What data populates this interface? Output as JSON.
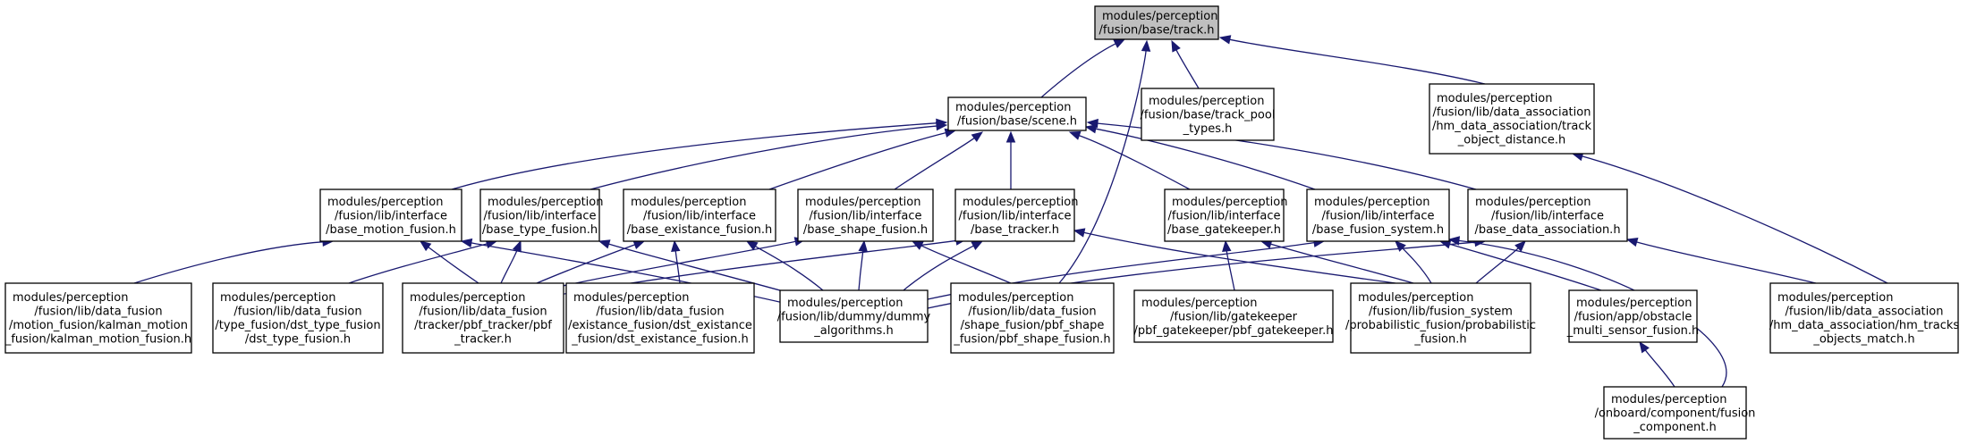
{
  "nodes": [
    {
      "id": "track",
      "lines": [
        "modules/perception",
        "/fusion/base/track.h"
      ]
    },
    {
      "id": "scene",
      "lines": [
        "modules/perception",
        "/fusion/base/scene.h"
      ]
    },
    {
      "id": "track_pool_types",
      "lines": [
        "modules/perception",
        "/fusion/base/track_pool",
        "_types.h"
      ]
    },
    {
      "id": "track_object_distance",
      "lines": [
        "modules/perception",
        "/fusion/lib/data_association",
        "/hm_data_association/track",
        "_object_distance.h"
      ]
    },
    {
      "id": "base_motion_fusion",
      "lines": [
        "modules/perception",
        "/fusion/lib/interface",
        "/base_motion_fusion.h"
      ]
    },
    {
      "id": "base_type_fusion",
      "lines": [
        "modules/perception",
        "/fusion/lib/interface",
        "/base_type_fusion.h"
      ]
    },
    {
      "id": "base_existance_fusion",
      "lines": [
        "modules/perception",
        "/fusion/lib/interface",
        "/base_existance_fusion.h"
      ]
    },
    {
      "id": "base_shape_fusion",
      "lines": [
        "modules/perception",
        "/fusion/lib/interface",
        "/base_shape_fusion.h"
      ]
    },
    {
      "id": "base_tracker",
      "lines": [
        "modules/perception",
        "/fusion/lib/interface",
        "/base_tracker.h"
      ]
    },
    {
      "id": "base_gatekeeper",
      "lines": [
        "modules/perception",
        "/fusion/lib/interface",
        "/base_gatekeeper.h"
      ]
    },
    {
      "id": "base_fusion_system",
      "lines": [
        "modules/perception",
        "/fusion/lib/interface",
        "/base_fusion_system.h"
      ]
    },
    {
      "id": "base_data_association",
      "lines": [
        "modules/perception",
        "/fusion/lib/interface",
        "/base_data_association.h"
      ]
    },
    {
      "id": "kalman_motion_fusion",
      "lines": [
        "modules/perception",
        "/fusion/lib/data_fusion",
        "/motion_fusion/kalman_motion",
        "_fusion/kalman_motion_fusion.h"
      ]
    },
    {
      "id": "dst_type_fusion",
      "lines": [
        "modules/perception",
        "/fusion/lib/data_fusion",
        "/type_fusion/dst_type_fusion",
        "/dst_type_fusion.h"
      ]
    },
    {
      "id": "pbf_tracker",
      "lines": [
        "modules/perception",
        "/fusion/lib/data_fusion",
        "/tracker/pbf_tracker/pbf",
        "_tracker.h"
      ]
    },
    {
      "id": "dst_existance_fusion",
      "lines": [
        "modules/perception",
        "/fusion/lib/data_fusion",
        "/existance_fusion/dst_existance",
        "_fusion/dst_existance_fusion.h"
      ]
    },
    {
      "id": "dummy_algorithms",
      "lines": [
        "modules/perception",
        "/fusion/lib/dummy/dummy",
        "_algorithms.h"
      ]
    },
    {
      "id": "pbf_shape_fusion",
      "lines": [
        "modules/perception",
        "/fusion/lib/data_fusion",
        "/shape_fusion/pbf_shape",
        "_fusion/pbf_shape_fusion.h"
      ]
    },
    {
      "id": "pbf_gatekeeper",
      "lines": [
        "modules/perception",
        "/fusion/lib/gatekeeper",
        "/pbf_gatekeeper/pbf_gatekeeper.h"
      ]
    },
    {
      "id": "probabilistic_fusion",
      "lines": [
        "modules/perception",
        "/fusion/lib/fusion_system",
        "/probabilistic_fusion/probabilistic",
        "_fusion.h"
      ]
    },
    {
      "id": "obstacle_multi_sensor_fusion",
      "lines": [
        "modules/perception",
        "/fusion/app/obstacle",
        "_multi_sensor_fusion.h"
      ]
    },
    {
      "id": "hm_tracks_objects_match",
      "lines": [
        "modules/perception",
        "/fusion/lib/data_association",
        "/hm_data_association/hm_tracks",
        "_objects_match.h"
      ]
    },
    {
      "id": "fusion_component",
      "lines": [
        "modules/perception",
        "/onboard/component/fusion",
        "_component.h"
      ]
    }
  ],
  "edges": [
    [
      "scene",
      "track"
    ],
    [
      "track_pool_types",
      "track"
    ],
    [
      "track_object_distance",
      "track"
    ],
    [
      "pbf_shape_fusion",
      "track"
    ],
    [
      "base_motion_fusion",
      "scene"
    ],
    [
      "base_type_fusion",
      "scene"
    ],
    [
      "base_existance_fusion",
      "scene"
    ],
    [
      "base_shape_fusion",
      "scene"
    ],
    [
      "base_tracker",
      "scene"
    ],
    [
      "base_gatekeeper",
      "scene"
    ],
    [
      "base_fusion_system",
      "scene"
    ],
    [
      "base_data_association",
      "scene"
    ],
    [
      "kalman_motion_fusion",
      "base_motion_fusion"
    ],
    [
      "pbf_tracker",
      "base_motion_fusion"
    ],
    [
      "dummy_algorithms",
      "base_motion_fusion"
    ],
    [
      "dst_type_fusion",
      "base_type_fusion"
    ],
    [
      "pbf_tracker",
      "base_type_fusion"
    ],
    [
      "dummy_algorithms",
      "base_type_fusion"
    ],
    [
      "dst_existance_fusion",
      "base_existance_fusion"
    ],
    [
      "pbf_tracker",
      "base_existance_fusion"
    ],
    [
      "dummy_algorithms",
      "base_existance_fusion"
    ],
    [
      "pbf_tracker",
      "base_shape_fusion"
    ],
    [
      "dummy_algorithms",
      "base_shape_fusion"
    ],
    [
      "pbf_shape_fusion",
      "base_shape_fusion"
    ],
    [
      "pbf_tracker",
      "base_tracker"
    ],
    [
      "dummy_algorithms",
      "base_tracker"
    ],
    [
      "probabilistic_fusion",
      "base_tracker"
    ],
    [
      "pbf_gatekeeper",
      "base_gatekeeper"
    ],
    [
      "probabilistic_fusion",
      "base_gatekeeper"
    ],
    [
      "dummy_algorithms",
      "base_fusion_system"
    ],
    [
      "probabilistic_fusion",
      "base_fusion_system"
    ],
    [
      "obstacle_multi_sensor_fusion",
      "base_fusion_system"
    ],
    [
      "fusion_component",
      "base_fusion_system"
    ],
    [
      "dummy_algorithms",
      "base_data_association"
    ],
    [
      "probabilistic_fusion",
      "base_data_association"
    ],
    [
      "hm_tracks_objects_match",
      "base_data_association"
    ],
    [
      "hm_tracks_objects_match",
      "track_object_distance"
    ],
    [
      "fusion_component",
      "obstacle_multi_sensor_fusion"
    ]
  ]
}
